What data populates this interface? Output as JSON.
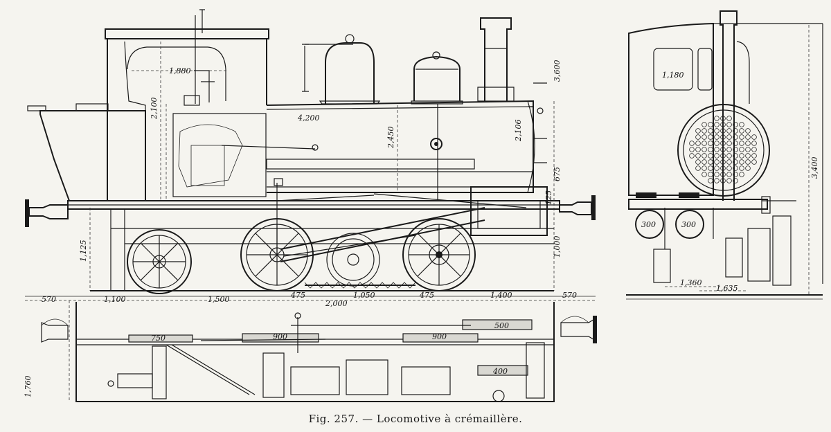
{
  "caption": "Fig. 257. — Locomotive à crémaillère.",
  "dimensions": {
    "cab_width": "1,880",
    "cab_height": "2,100",
    "tank_length": "4,200",
    "boiler_height": "2,450",
    "smokebox_height": "2,106",
    "total_height": "3,600",
    "buffer_height": "675",
    "axle_height": "1,000",
    "wheel_height": "1,125",
    "front_buffer": "125",
    "rear_overhang": "570",
    "rear_wheelbase": "1,100",
    "wheelbase_1": "1,500",
    "rack_1": "475",
    "rack_span": "2,000",
    "rack_center": "1,050",
    "rack_2": "475",
    "front_span": "1,400",
    "front_overhang": "570",
    "plan_1": "750",
    "plan_2": "900",
    "plan_3": "900",
    "plan_4": "500",
    "plan_5": "400",
    "plan_side": "1,760",
    "end_window": "1,180",
    "end_height": "3,400",
    "cyl_left": "300",
    "cyl_right": "300",
    "gauge": "1,360",
    "track_width": "1,635"
  }
}
